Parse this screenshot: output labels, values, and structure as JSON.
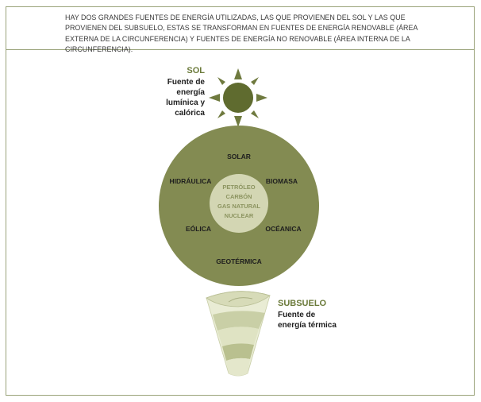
{
  "intro_text": "HAY DOS GRANDES FUENTES DE ENERGÍA UTILIZADAS, LAS QUE PROVIENEN DEL SOL Y LAS QUE PROVIENEN DEL SUBSUELO, ESTAS SE TRANSFORMAN EN FUENTES DE ENERGÍA RENOVABLE (ÁREA EXTERNA DE LA CIRCUNFERENCIA) Y FUENTES DE ENERGÍA NO RENOVABLE (ÁREA INTERNA DE LA CIRCUNFERENCIA).",
  "sun": {
    "title": "SOL",
    "description_lines": [
      "Fuente de",
      "energía",
      "lumínica y",
      "calórica"
    ]
  },
  "renewable": {
    "solar": "SOLAR",
    "hidraulica": "HIDRÁULICA",
    "biomasa": "BIOMASA",
    "eolica": "EÓLICA",
    "oceanica": "OCÉANICA",
    "geotermica": "GEOTÉRMICA"
  },
  "non_renewable": [
    "PETRÓLEO",
    "CARBÓN",
    "GAS NATURAL",
    "NUCLEAR"
  ],
  "subsoil": {
    "title": "SUBSUELO",
    "description_lines": [
      "Fuente de",
      "energía térmica"
    ]
  },
  "colors": {
    "dark_olive": "#6f7a3f",
    "circle_fill": "#838b52",
    "inner_fill": "#d3d6b3",
    "accent_text": "#6b7a3a",
    "inner_text": "#8c9460",
    "label_text": "#1e1e1e",
    "border": "#9aa37a"
  }
}
